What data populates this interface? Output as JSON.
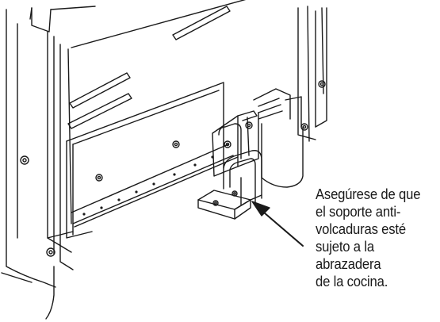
{
  "illustration": {
    "subject": "range anti-tip bracket installation",
    "colors": {
      "line": "#1a1a1a",
      "fill": "#ffffff"
    }
  },
  "callout": {
    "lines": [
      "Asegúrese de que",
      "el soporte anti-",
      "volcaduras esté",
      "sujeto a la",
      "abrazadera",
      "de la cocina."
    ]
  }
}
